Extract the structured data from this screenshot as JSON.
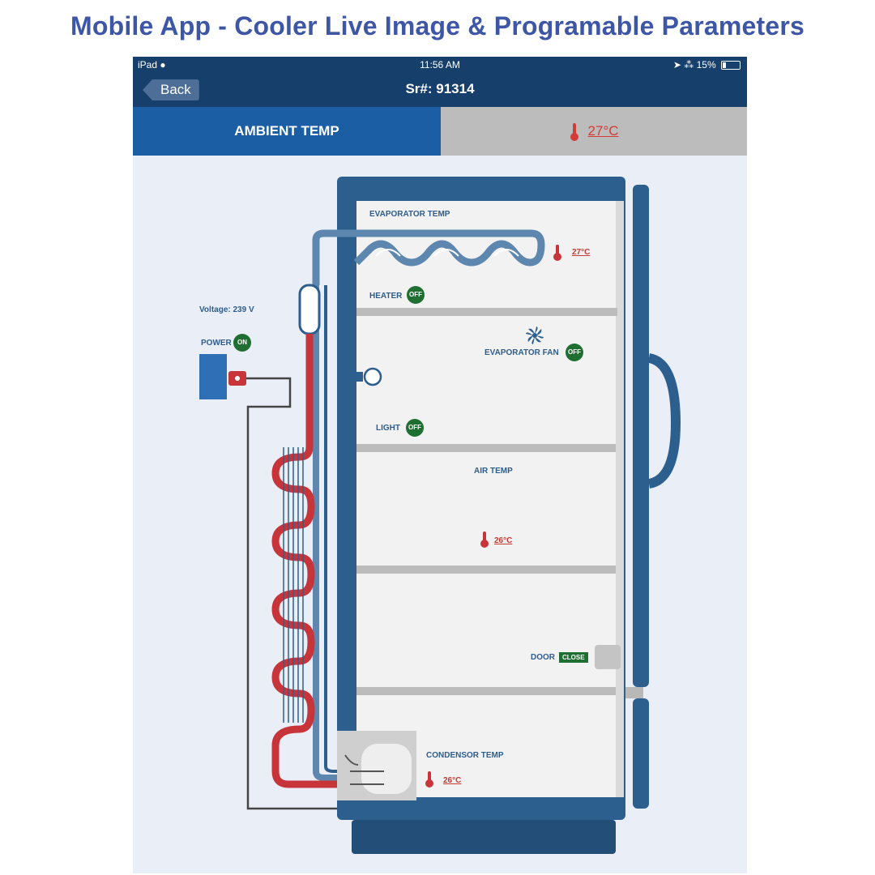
{
  "headline": "Mobile App - Cooler Live Image & Programable Parameters",
  "status_bar": {
    "device": "iPad",
    "time": "11:56 AM",
    "battery": "15%"
  },
  "nav": {
    "back_label": "Back",
    "title": "Sr#: 91314"
  },
  "tabs": {
    "ambient_label": "AMBIENT TEMP",
    "ambient_value": "27°C"
  },
  "cooler": {
    "voltage": "Voltage: 239 V",
    "power_label": "POWER",
    "power_state": "ON",
    "evaporator_temp_label": "EVAPORATOR TEMP",
    "evaporator_temp_value": "27°C",
    "heater_label": "HEATER",
    "heater_state": "OFF",
    "evaporator_fan_label": "EVAPORATOR FAN",
    "evaporator_fan_state": "OFF",
    "light_label": "LIGHT",
    "light_state": "OFF",
    "air_temp_label": "AIR TEMP",
    "air_temp_value": "26°C",
    "door_label": "DOOR",
    "door_state": "CLOSE",
    "condensor_temp_label": "CONDENSOR TEMP",
    "condensor_temp_value": "26°C"
  },
  "colors": {
    "nav_bar": "#173f6b",
    "ambient_tab": "#1c5ea3",
    "cabinet": "#2d5f8e",
    "hot_line": "#c7343a",
    "status_on_off": "#1f6e32",
    "temp_text": "#c73a34",
    "headline": "#3d56a6"
  }
}
